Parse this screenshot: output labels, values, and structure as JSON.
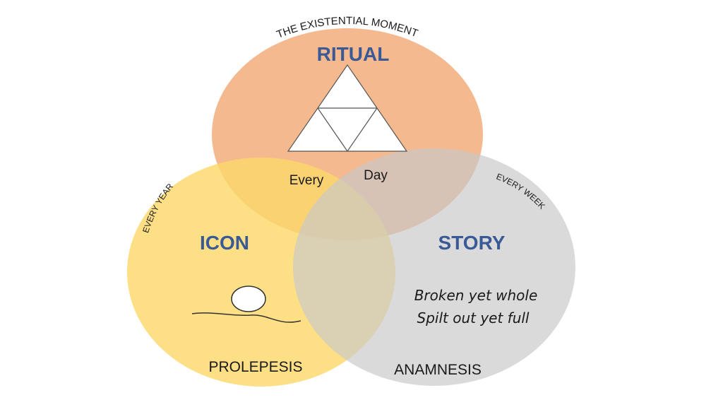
{
  "diagram": {
    "circles": {
      "ritual": {
        "title": "RITUAL",
        "arc_label": "THE EXISTENTIAL MOMENT",
        "color": "#f4b183"
      },
      "icon": {
        "title": "ICON",
        "arc_label": "EVERY YEAR",
        "bottom_label": "PROLEPESIS",
        "color": "#fdd86a"
      },
      "story": {
        "title": "STORY",
        "arc_label": "EVERY WEEK",
        "bottom_label": "ANAMNESIS",
        "quote_line1": "Broken yet whole",
        "quote_line2": "Spilt out yet full",
        "color": "#c9c9c9"
      }
    },
    "overlap_labels": {
      "every": "Every",
      "day": "Day"
    },
    "title_color": "#3a5a96"
  }
}
